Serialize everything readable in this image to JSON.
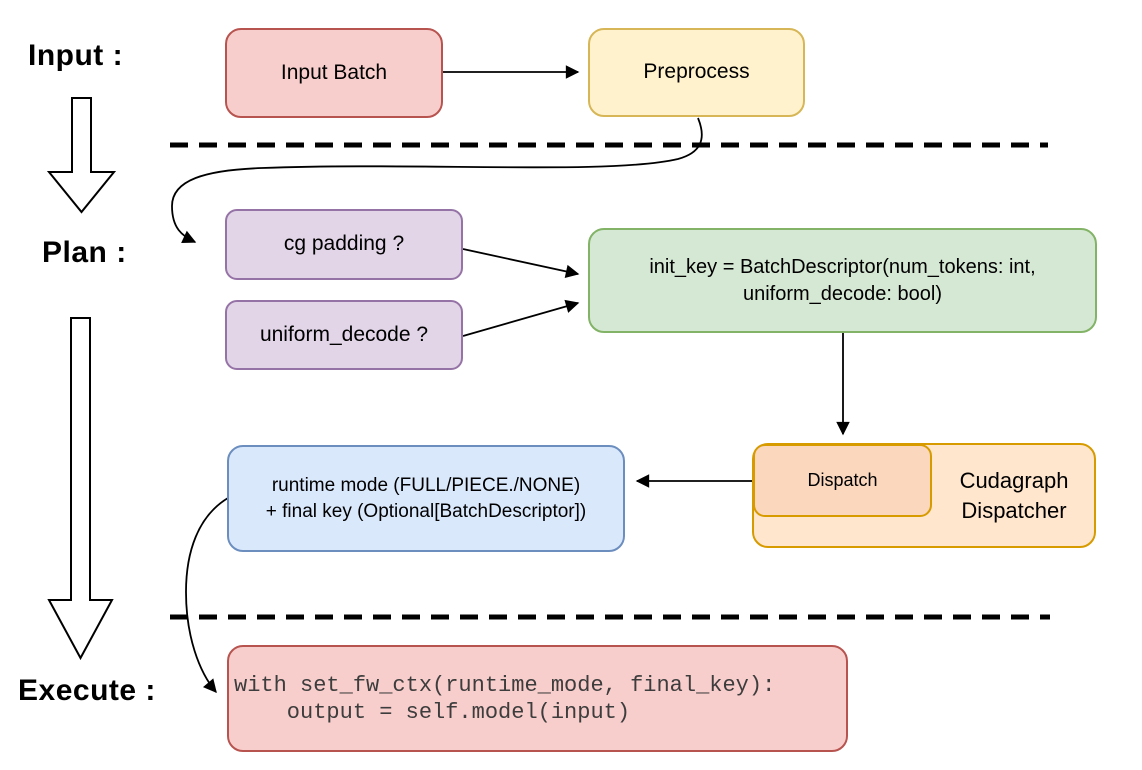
{
  "stage_labels": {
    "input": "Input :",
    "plan": "Plan :",
    "execute": "Execute :"
  },
  "nodes": {
    "input_batch": {
      "label": "Input Batch"
    },
    "preprocess": {
      "label": "Preprocess"
    },
    "cg_padding": {
      "label": "cg padding ?"
    },
    "uniform_decode": {
      "label": "uniform_decode ?"
    },
    "init_key": {
      "line1": "init_key = BatchDescriptor(num_tokens: int,",
      "line2": "uniform_decode: bool)"
    },
    "dispatch": {
      "label": "Dispatch"
    },
    "cudagraph_dispatcher": {
      "line1": "Cudagraph",
      "line2": "Dispatcher"
    },
    "runtime_mode": {
      "line1": "runtime mode (FULL/PIECE./NONE)",
      "line2": "+ final key (Optional[BatchDescriptor])"
    },
    "execute_code": {
      "line1": "with set_fw_ctx(runtime_mode, final_key):",
      "line2": "    output = self.model(input)"
    }
  },
  "palette": {
    "red_fill": "#f8cecc",
    "red_stroke": "#b85450",
    "yellow_fill": "#fff2cc",
    "yellow_stroke": "#d6b656",
    "purple_fill": "#e1d5e7",
    "purple_stroke": "#9673a6",
    "green_fill": "#d5e8d4",
    "green_stroke": "#82b366",
    "orange_fill": "#ffe6cc",
    "orange_stroke": "#d79b00",
    "peach_fill": "#fad7bd",
    "blue_fill": "#dae8fc",
    "blue_stroke": "#6c8ebf",
    "connector": "#000000",
    "code_text": "#3d3d3d"
  }
}
